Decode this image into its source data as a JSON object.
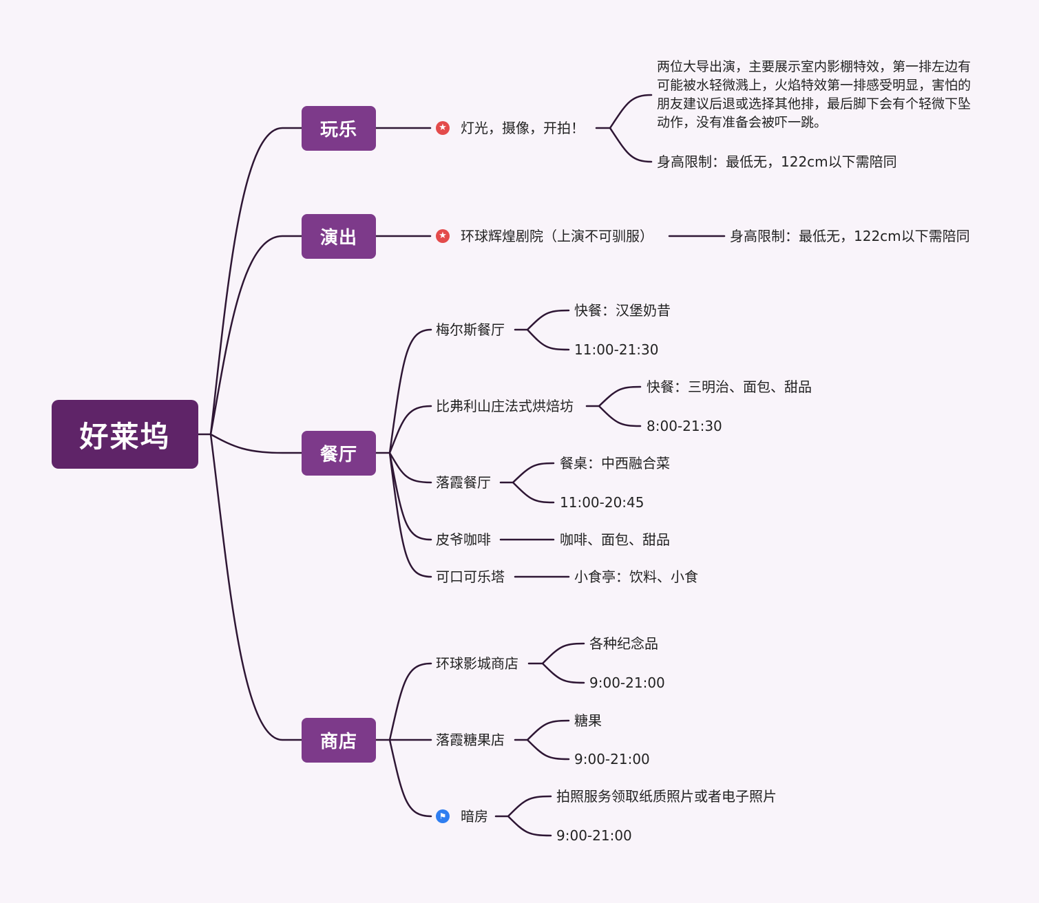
{
  "root": {
    "label": "好莱坞"
  },
  "branches": {
    "play": {
      "label": "玩乐",
      "show": "灯光，摄像，开拍！",
      "desc": "两位大导出演，主要展示室内影棚特效，第一排左边有可能被水轻微溅上，火焰特效第一排感受明显，害怕的朋友建议后退或选择其他排，最后脚下会有个轻微下坠动作，没有准备会被吓一跳。",
      "height": "身高限制：最低无，122cm以下需陪同"
    },
    "perform": {
      "label": "演出",
      "show": "环球辉煌剧院（上演不可驯服）",
      "height": "身高限制：最低无，122cm以下需陪同"
    },
    "dining": {
      "label": "餐厅",
      "items": [
        {
          "name": "梅尔斯餐厅",
          "details": [
            "快餐：汉堡奶昔",
            "11:00-21:30"
          ]
        },
        {
          "name": "比弗利山庄法式烘焙坊",
          "details": [
            "快餐：三明治、面包、甜品",
            "8:00-21:30"
          ]
        },
        {
          "name": "落霞餐厅",
          "details": [
            "餐桌：中西融合菜",
            "11:00-20:45"
          ]
        },
        {
          "name": "皮爷咖啡",
          "details": [
            "咖啡、面包、甜品"
          ]
        },
        {
          "name": "可口可乐塔",
          "details": [
            "小食亭：饮料、小食"
          ]
        }
      ]
    },
    "shops": {
      "label": "商店",
      "items": [
        {
          "name": "环球影城商店",
          "details": [
            "各种纪念品",
            "9:00-21:00"
          ]
        },
        {
          "name": "落霞糖果店",
          "details": [
            "糖果",
            "9:00-21:00"
          ]
        },
        {
          "name": "暗房",
          "details": [
            "拍照服务领取纸质照片或者电子照片",
            "9:00-21:00"
          ]
        }
      ]
    }
  },
  "colors": {
    "root": "#5f2468",
    "branch": "#7d3a8a",
    "line": "#2e1634",
    "star_icon": "#e34b4b",
    "flag_icon": "#2f7ef0",
    "background": "#f9f4fa"
  },
  "icons": {
    "star": "star-icon",
    "flag": "flag-icon"
  }
}
